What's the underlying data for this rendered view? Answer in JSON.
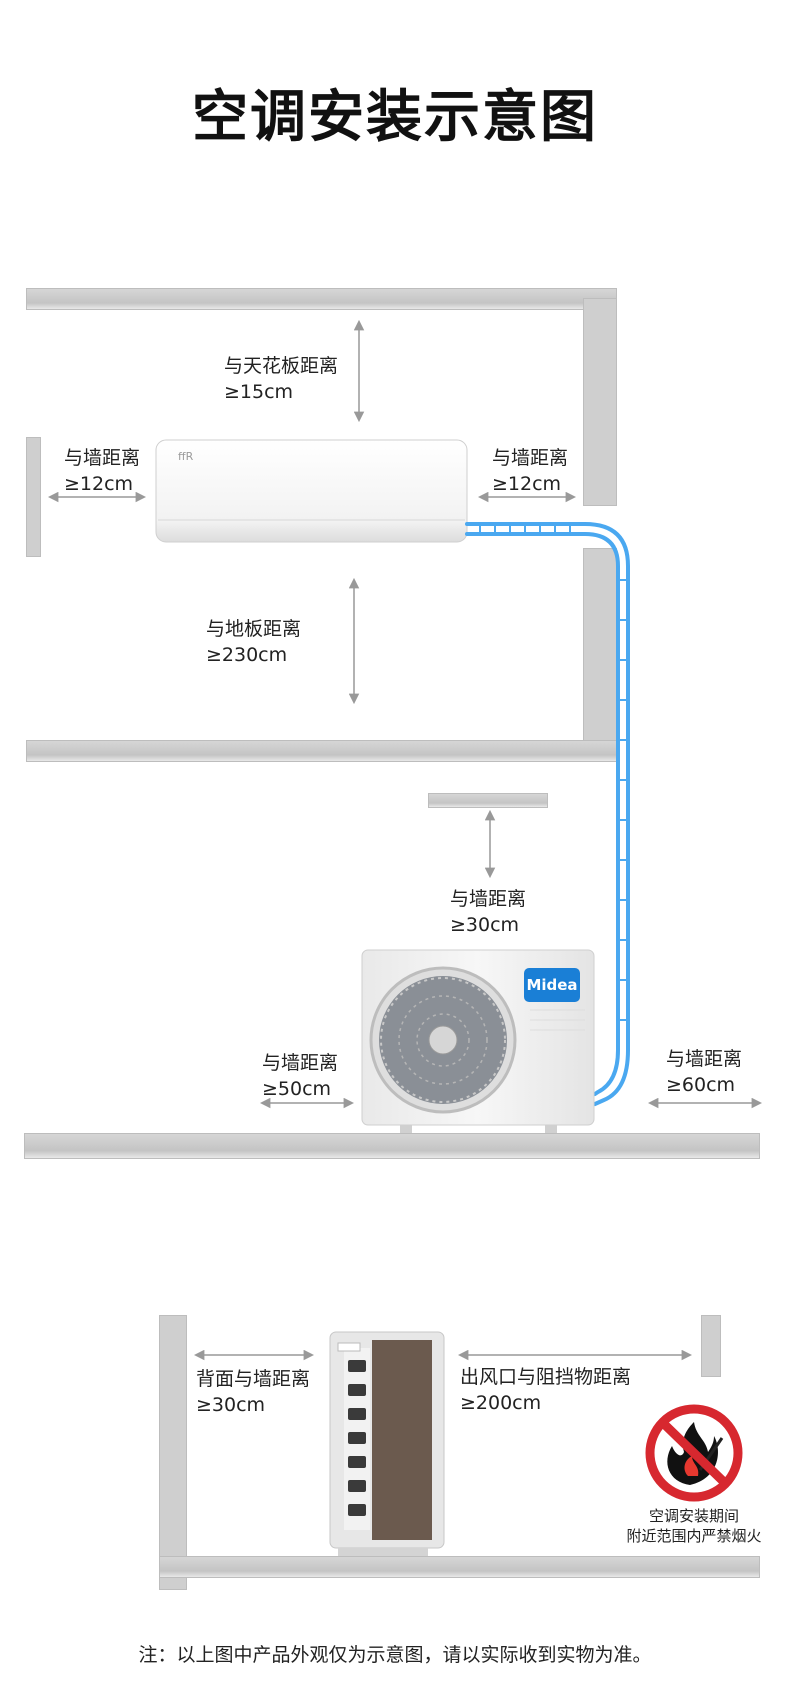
{
  "title": "空调安装示意图",
  "indoor": {
    "ceiling": {
      "label": "与天花板距离",
      "value": "≥15cm"
    },
    "left_wall": {
      "label": "与墙距离",
      "value": "≥12cm"
    },
    "right_wall": {
      "label": "与墙距离",
      "value": "≥12cm"
    },
    "floor": {
      "label": "与地板距离",
      "value": "≥230cm"
    }
  },
  "outdoor": {
    "brand": "Midea",
    "top_wall": {
      "label": "与墙距离",
      "value": "≥30cm"
    },
    "left_wall": {
      "label": "与墙距离",
      "value": "≥50cm"
    },
    "right_wall": {
      "label": "与墙距离",
      "value": "≥60cm"
    }
  },
  "side_view": {
    "back": {
      "label": "背面与墙距离",
      "value": "≥30cm"
    },
    "outlet": {
      "label": "出风口与阻挡物距离",
      "value": "≥200cm"
    },
    "warning_line1": "空调安装期间",
    "warning_line2": "附近范围内严禁烟火"
  },
  "note": "注：以上图中产品外观仅为示意图，请以实际收到实物为准。",
  "colors": {
    "pipe": "#4aa8f0",
    "wall": "#cfcfcf",
    "arrow": "#999999",
    "brand": "#1a7fd6",
    "prohibit": "#d7282f"
  }
}
